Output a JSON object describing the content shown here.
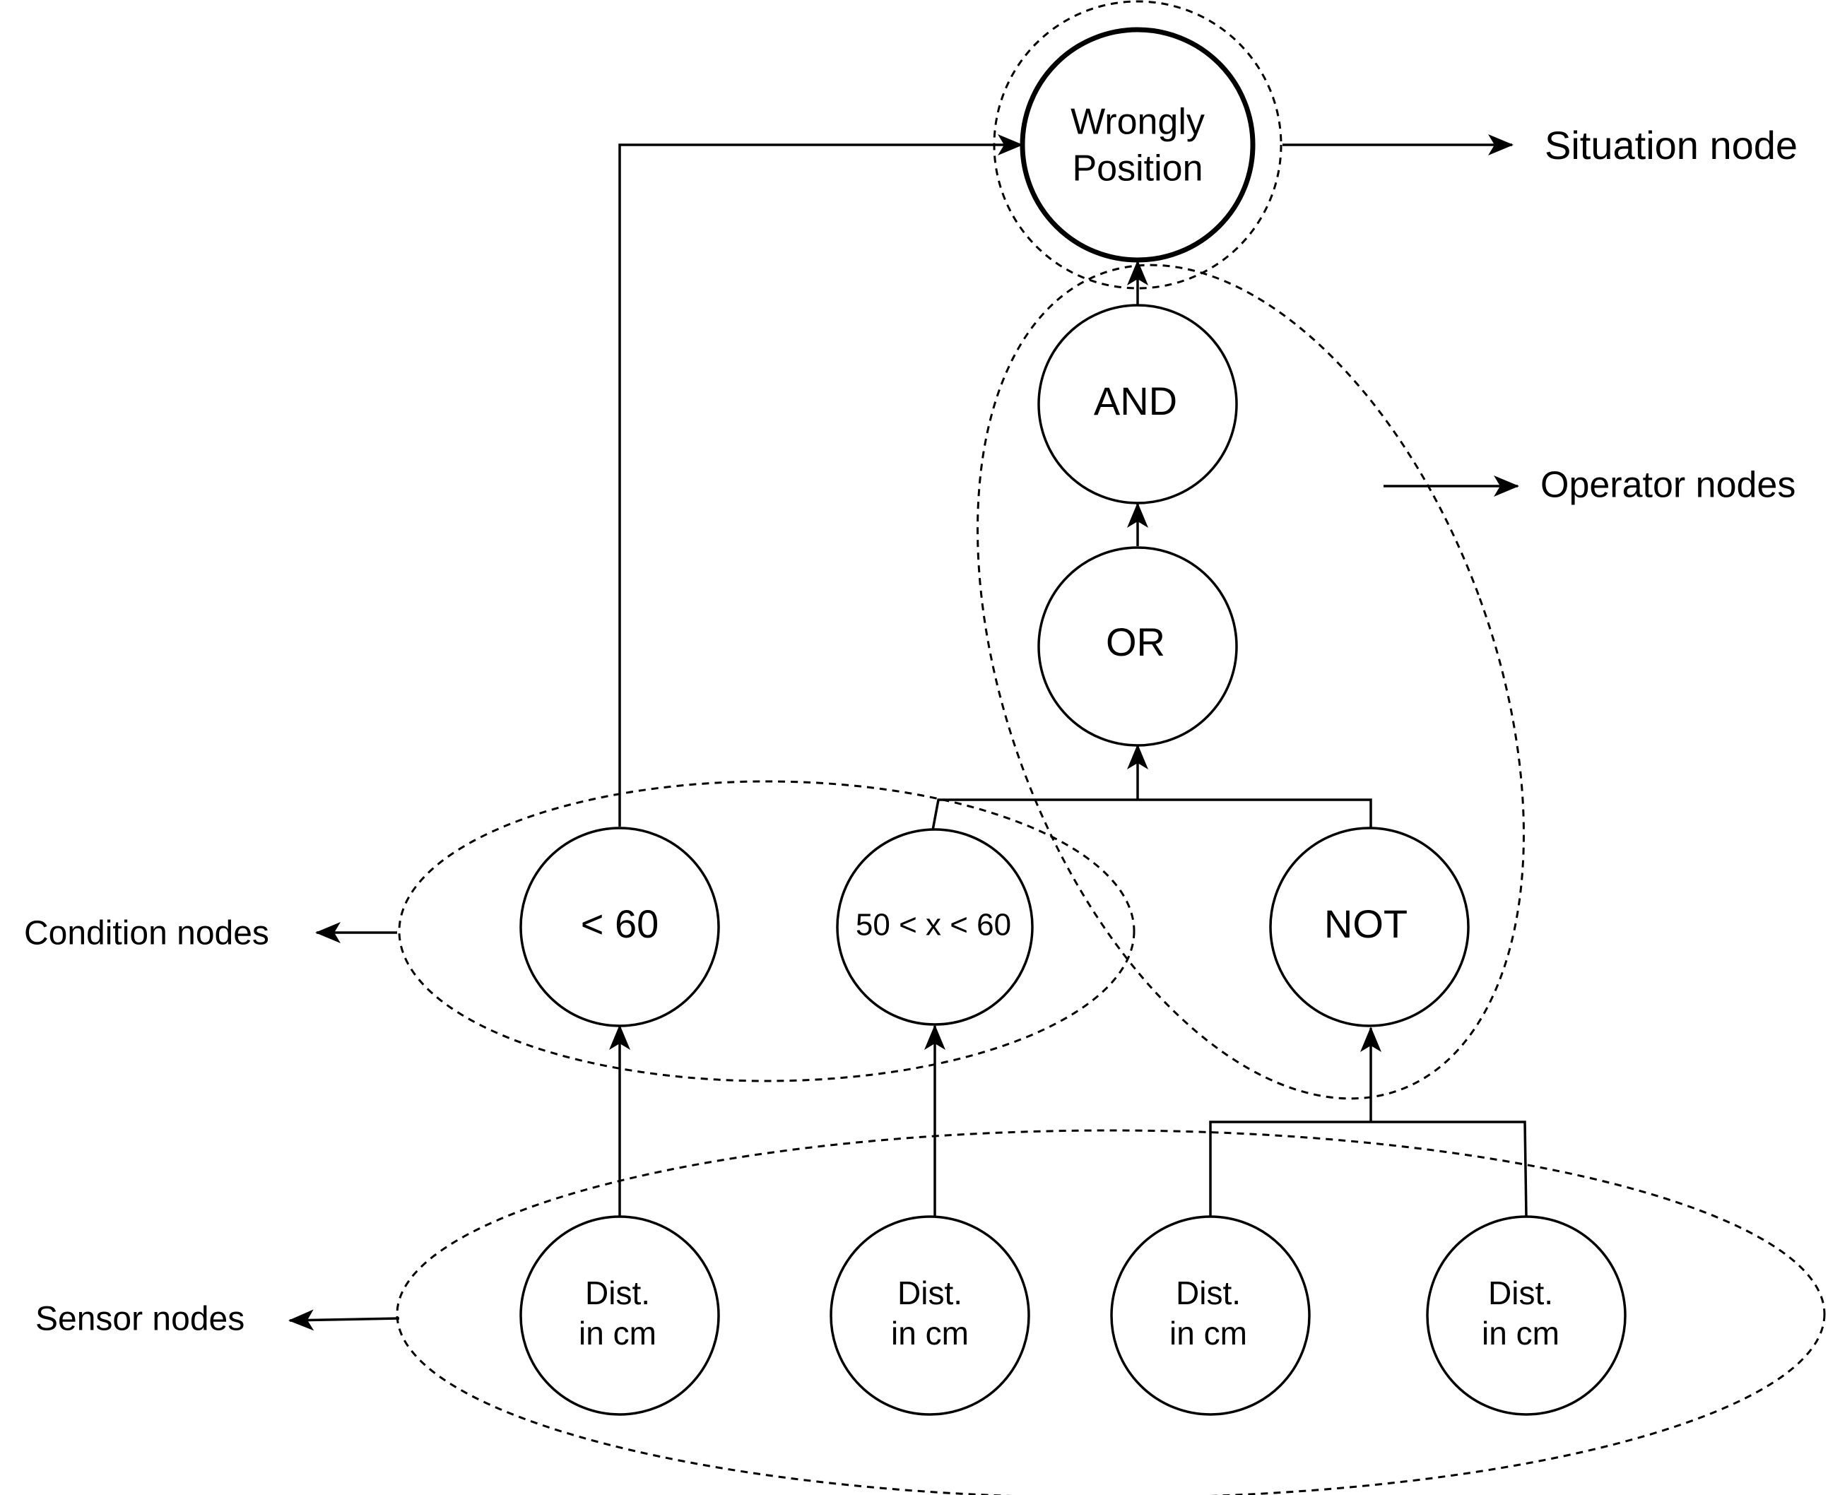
{
  "nodes": {
    "situation": [
      "Wrongly",
      "Position"
    ],
    "and": "AND",
    "or": "OR",
    "not": "NOT",
    "lt60": "< 60",
    "range": "50 < x < 60",
    "sensor": [
      "Dist.",
      "in cm"
    ]
  },
  "labels": {
    "situation_node": "Situation node",
    "operator_nodes": "Operator nodes",
    "condition_nodes": "Condition nodes",
    "sensor_nodes": "Sensor nodes"
  }
}
